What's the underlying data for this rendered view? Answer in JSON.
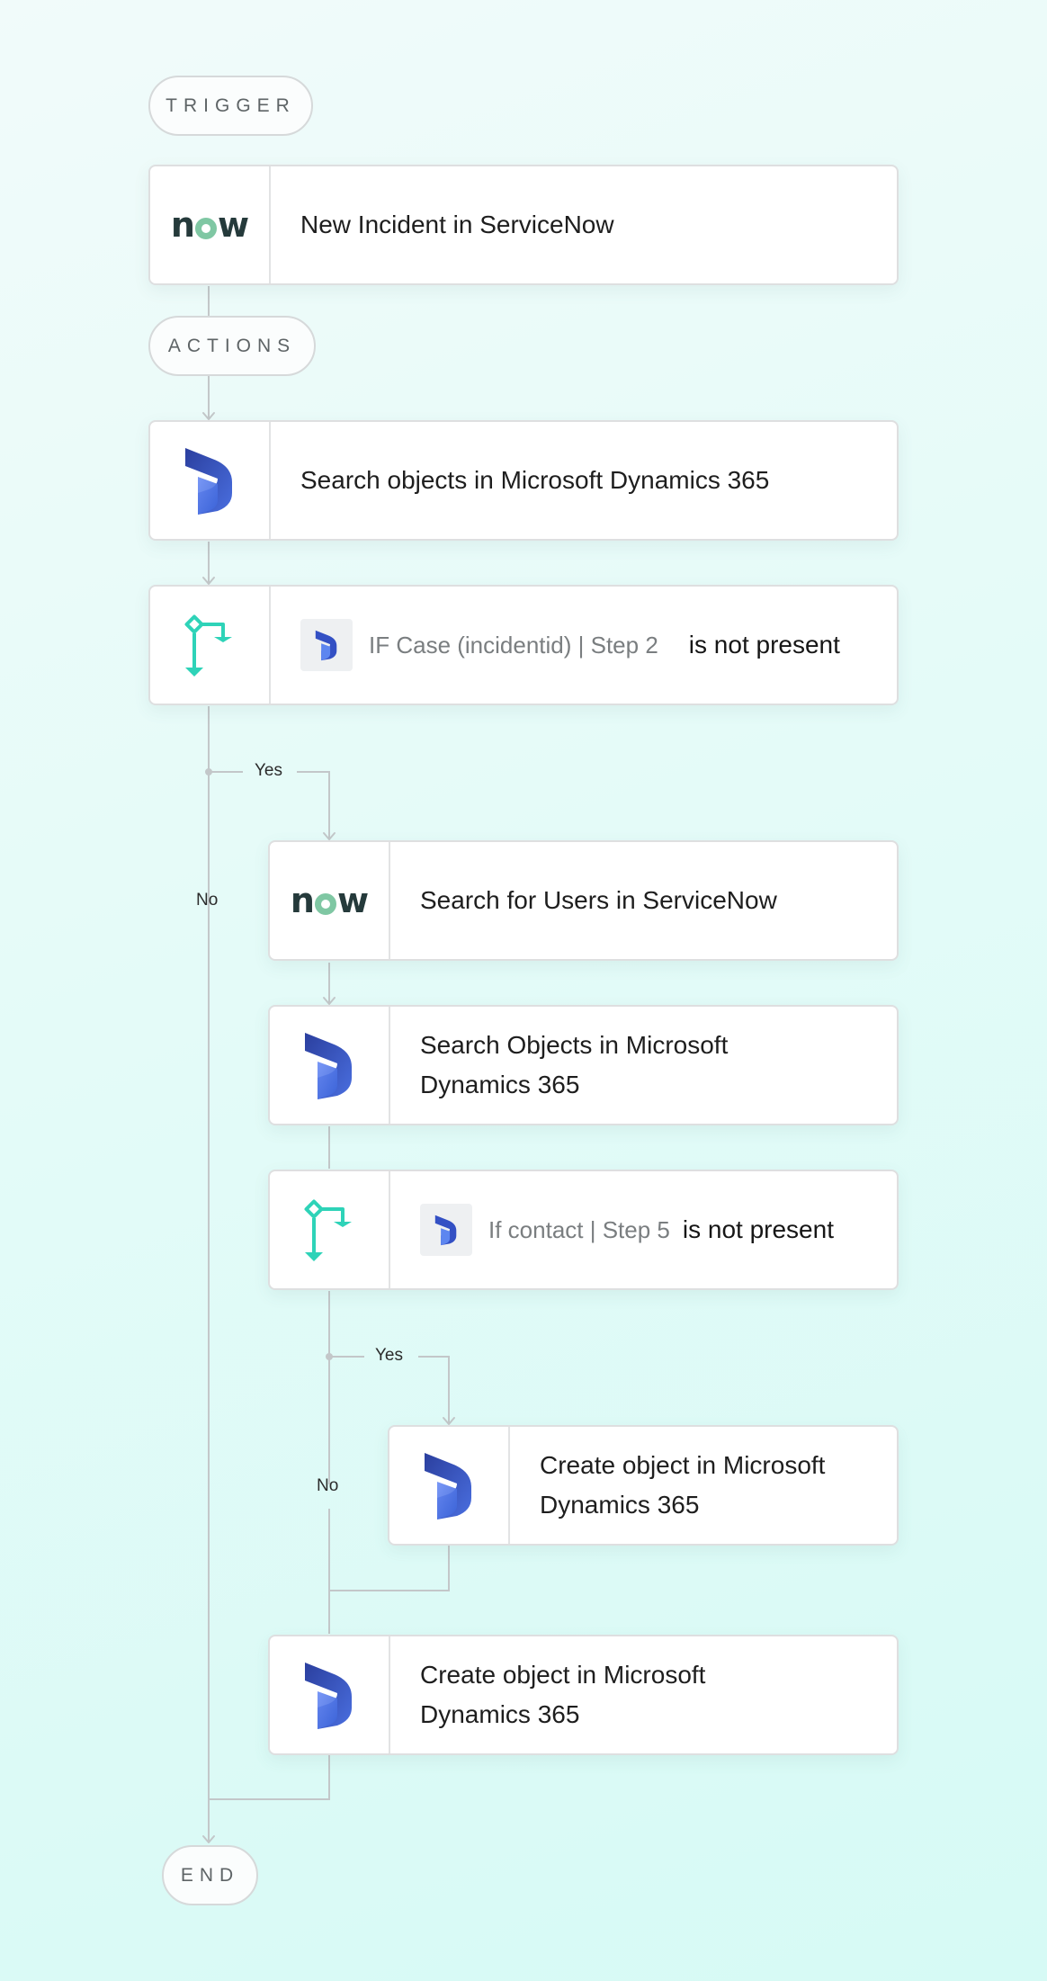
{
  "trigger_label": "TRIGGER",
  "actions_label": "ACTIONS",
  "end_label": "END",
  "steps": {
    "trigger": {
      "logo_text": "now",
      "text": "New Incident in ServiceNow"
    },
    "search_objects_1": {
      "text": "Search objects in Microsoft Dynamics 365"
    },
    "condition_1": {
      "field": "IF Case (incidentid) | Step 2",
      "operator": "is not present"
    },
    "search_users": {
      "logo_text": "now",
      "text": "Search for Users in ServiceNow"
    },
    "search_objects_2": {
      "text": "Search Objects in Microsoft Dynamics 365"
    },
    "condition_2": {
      "field": "If contact | Step 5",
      "operator": "is not present"
    },
    "create_object_1": {
      "text": "Create object in Microsoft Dynamics 365"
    },
    "create_object_2": {
      "text": "Create object in Microsoft Dynamics 365"
    }
  },
  "branches": {
    "yes_1": "Yes",
    "no_1": "No",
    "yes_2": "Yes",
    "no_2": "No"
  },
  "colors": {
    "connector": "#c3c7c9",
    "branch_icon": "#2ed3b8",
    "dynamics_dark": "#2b3f9e",
    "dynamics_light": "#4f8af0",
    "servicenow_green": "#7fc7a3",
    "servicenow_text": "#253a3b"
  },
  "icons": [
    "servicenow-logo",
    "dynamics-365-logo",
    "branch-icon"
  ]
}
